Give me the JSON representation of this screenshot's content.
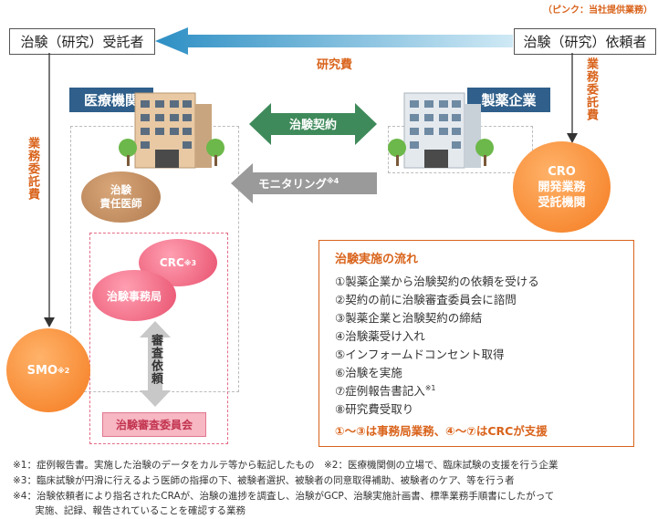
{
  "legend_note": "（ピンク：当社提供業務）",
  "entities": {
    "contractee": "治験（研究）受託者",
    "client": "治験（研究）依頼者",
    "hospital": "医療機関",
    "pharma": "製薬企業"
  },
  "arrows": {
    "research_fee": "研究費",
    "clinical_contract": "治験契約",
    "monitoring": "モニタリング",
    "monitoring_note": "※4",
    "outsource_left": "業務委託費",
    "outsource_right": "業務委託費",
    "review_request": "審査依頼"
  },
  "circles": {
    "cro": [
      "CRO",
      "開発業務",
      "受託機関"
    ],
    "doctor": [
      "治験",
      "責任医師"
    ],
    "crc": "CRC",
    "crc_note": "※3",
    "office": "治験事務局",
    "smo": "SMO",
    "smo_note": "※2"
  },
  "irb": "治験審査委員会",
  "flow": {
    "title": "治験実施の流れ",
    "steps": [
      "①製薬企業から治験契約の依頼を受ける",
      "②契約の前に治験審査委員会に諮問",
      "③製薬企業と治験契約の締結",
      "④治験薬受け入れ",
      "⑤インフォームドコンセント取得",
      "⑥治験を実施",
      "⑦症例報告書記入",
      "⑧研究費受取り"
    ],
    "step7_note": "※1",
    "summary": "①〜③は事務局業務、④〜⑦はCRCが支援"
  },
  "footnotes": [
    "※1：症例報告書。実施した治験のデータをカルテ等から転記したもの　※2：医療機関側の立場で、臨床試験の支援を行う企業",
    "※3：臨床試験が円滑に行えるよう医師の指揮の下、被験者選択、被験者の同意取得補助、被験者のケア、等を行う者",
    "※4：治験依頼者により指名されたCRAが、治験の進捗を調査し、治験がGCP、治験実施計画書、標準業務手順書にしたがって",
    "　　 実施、記録、報告されていることを確認する業務"
  ],
  "colors": {
    "accent_orange": "#d9631b",
    "label_blue": "#2f5f8a",
    "arrow_green": "#3f8a5a",
    "arrow_gray": "#9a9a9a",
    "arrow_cyan": "#3a96c4"
  }
}
